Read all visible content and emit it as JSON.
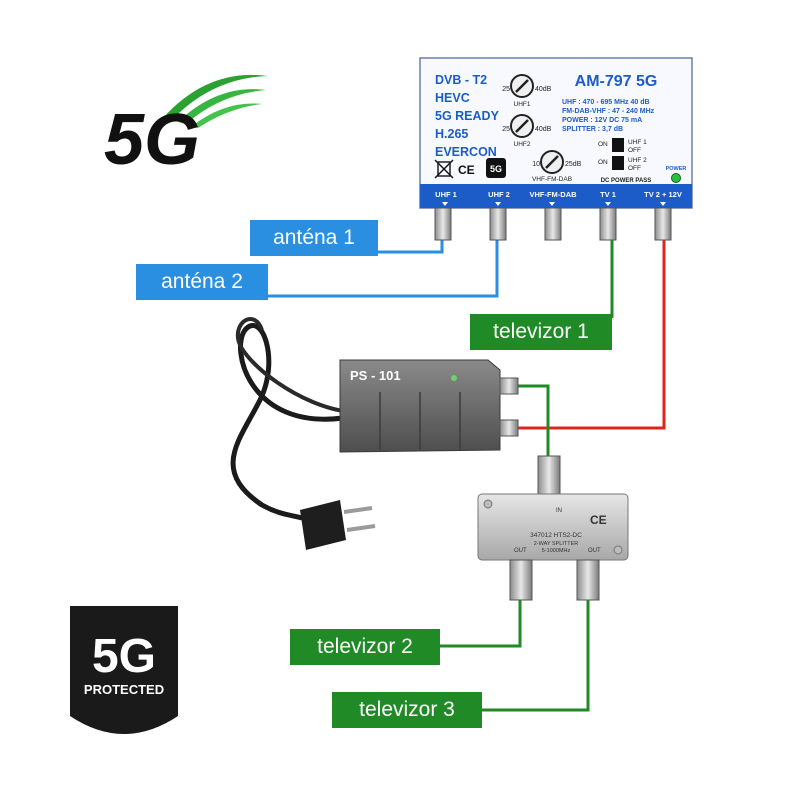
{
  "logo_5g": {
    "text": "5G"
  },
  "badge": {
    "title": "5G",
    "subtitle": "PROTECTED"
  },
  "amplifier": {
    "left_text": [
      "DVB - T2",
      "HEVC",
      "5G READY",
      "H.265",
      "EVERCON"
    ],
    "model": "AM-797 5G",
    "specs": [
      "UHF : 470 - 695 MHz  40 dB",
      "FM-DAB-VHF : 47 - 240 MHz",
      "POWER : 12V DC 75 mA",
      "SPLITTER : 3,7 dB"
    ],
    "knobs": [
      {
        "min": "25",
        "max": "40dB",
        "name": "UHF1"
      },
      {
        "min": "25",
        "max": "40dB",
        "name": "UHF2"
      },
      {
        "min": "10",
        "max": "25dB",
        "name": "VHF-FM-DAB"
      }
    ],
    "switches": [
      {
        "on": "ON",
        "name": "UHF 1",
        "off": "OFF"
      },
      {
        "on": "ON",
        "name": "UHF 2",
        "off": "OFF"
      }
    ],
    "dc_pass": "DC POWER PASS",
    "power": "POWER",
    "ports": [
      "UHF 1",
      "UHF 2",
      "VHF-FM-DAB",
      "TV 1",
      "TV 2 + 12V"
    ],
    "ce": "CE",
    "mini_badge": "5G"
  },
  "psu": {
    "label": "PS - 101"
  },
  "splitter": {
    "model": "347012 HTS2-DC",
    "desc": "2-WAY SPLITTER",
    "range": "5-1000MHz",
    "in": "IN",
    "out": "OUT",
    "ce": "CE"
  },
  "labels": {
    "antenna1": "anténa 1",
    "antenna2": "anténa 2",
    "tv1": "televizor 1",
    "tv2": "televizor 2",
    "tv3": "televizor 3"
  },
  "colors": {
    "antenna_cable": "#2a8fe0",
    "signal_cable": "#1f8a26",
    "power_cable": "#e0241c",
    "amplifier_body": "#1c5cc8"
  }
}
